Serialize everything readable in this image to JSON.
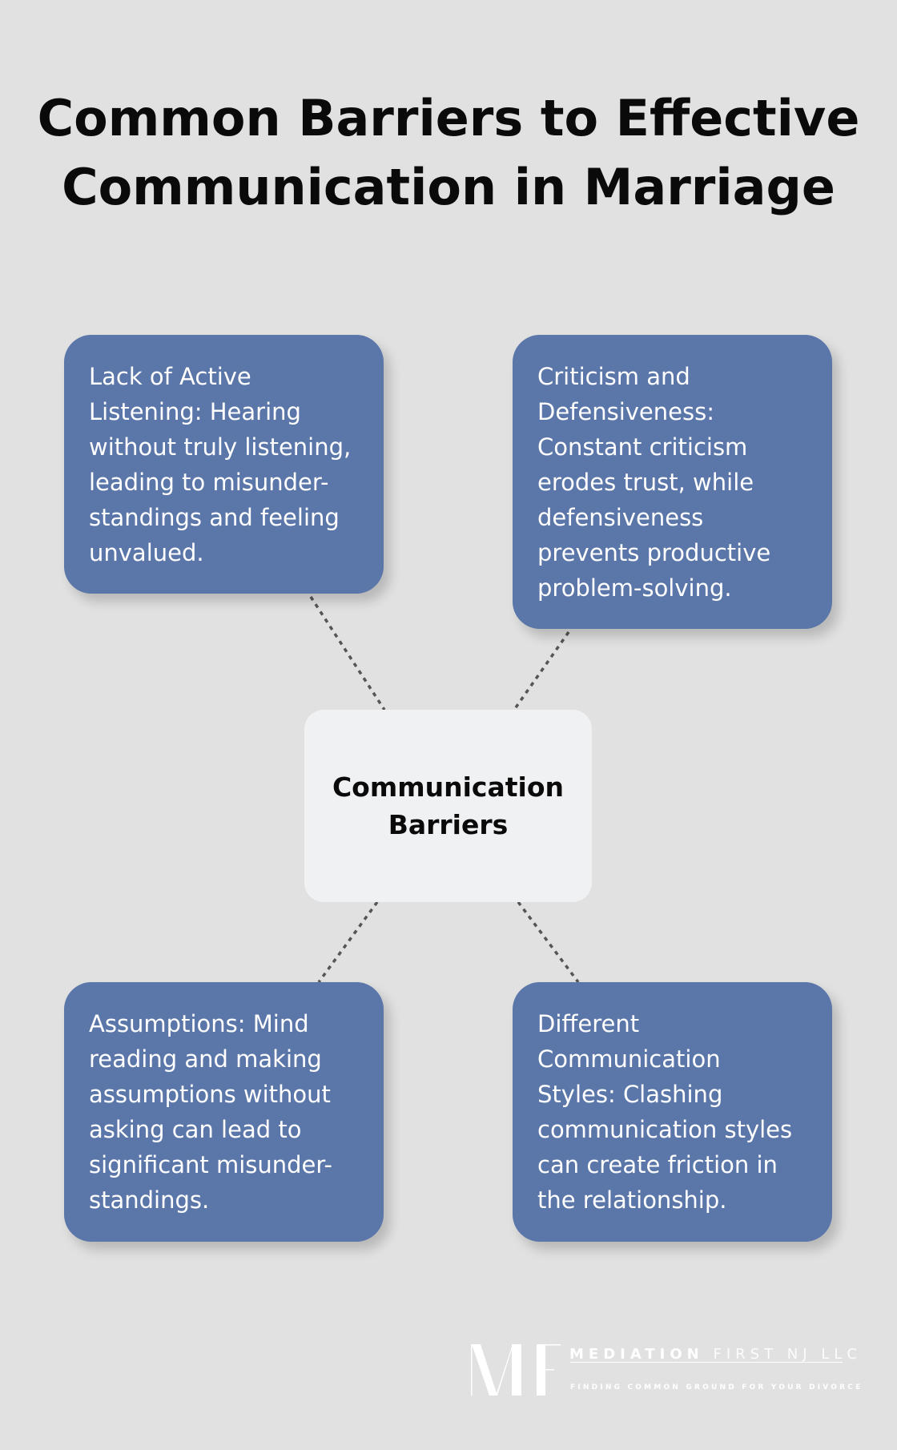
{
  "title": [
    "Common Barriers to Effective",
    "Communication in Marriage"
  ],
  "center": [
    "Communication",
    "Barriers"
  ],
  "cards": [
    {
      "lines": [
        "Lack of Active",
        "Listening: Hearing",
        "without truly listening,",
        "leading to misunder-",
        "standings and feeling",
        "unvalued."
      ]
    },
    {
      "lines": [
        "Criticism and",
        "Defensiveness:",
        "Constant criticism",
        "erodes trust, while",
        "defensiveness",
        "prevents productive",
        "problem-solving."
      ]
    },
    {
      "lines": [
        "Assumptions: Mind",
        "reading and making",
        "assumptions without",
        "asking can lead to",
        "significant misunder-",
        "standings."
      ]
    },
    {
      "lines": [
        "Different",
        "Communication",
        "Styles: Clashing",
        "communication styles",
        "can create friction in",
        "the relationship."
      ]
    }
  ],
  "logo": {
    "monogram": "MF",
    "name_bold": "MEDIATION",
    "name_light": "FIRST NJ LLC",
    "tagline": "FINDING COMMON GROUND FOR YOUR DIVORCE"
  },
  "colors": {
    "background": "#e0e1e0",
    "card": "#5b76a8",
    "center": "#f0f1f3",
    "connector": "#555555"
  }
}
